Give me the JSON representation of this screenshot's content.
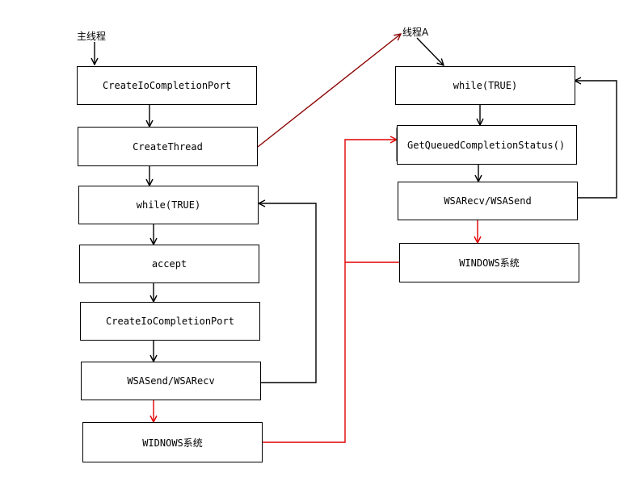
{
  "labels": {
    "main_thread": "主线程",
    "thread_a": "线程A"
  },
  "main_boxes": [
    "CreateIoCompletionPort",
    "CreateThread",
    "while(TRUE)",
    "accept",
    "CreateIoCompletionPort",
    "WSASend/WSARecv",
    "WIDNOWS系统"
  ],
  "thread_boxes": [
    "while(TRUE)",
    "GetQueuedCompletionStatus()",
    "WSARecv/WSASend",
    "WINDOWS系统"
  ],
  "colors": {
    "line": "#000000",
    "red": "#e00000",
    "darkred": "#8b0000"
  }
}
